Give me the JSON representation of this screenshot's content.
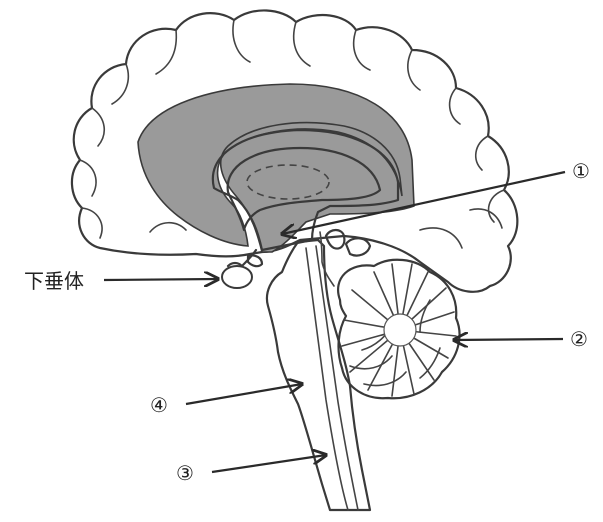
{
  "labels": {
    "pituitary": "下垂体",
    "marker1": "①",
    "marker2": "②",
    "marker3": "③",
    "marker4": "④"
  },
  "colors": {
    "outline": "#3a3a3a",
    "shaded_region": "#9a9a9a",
    "stem_fill": "#f4f4f4"
  }
}
